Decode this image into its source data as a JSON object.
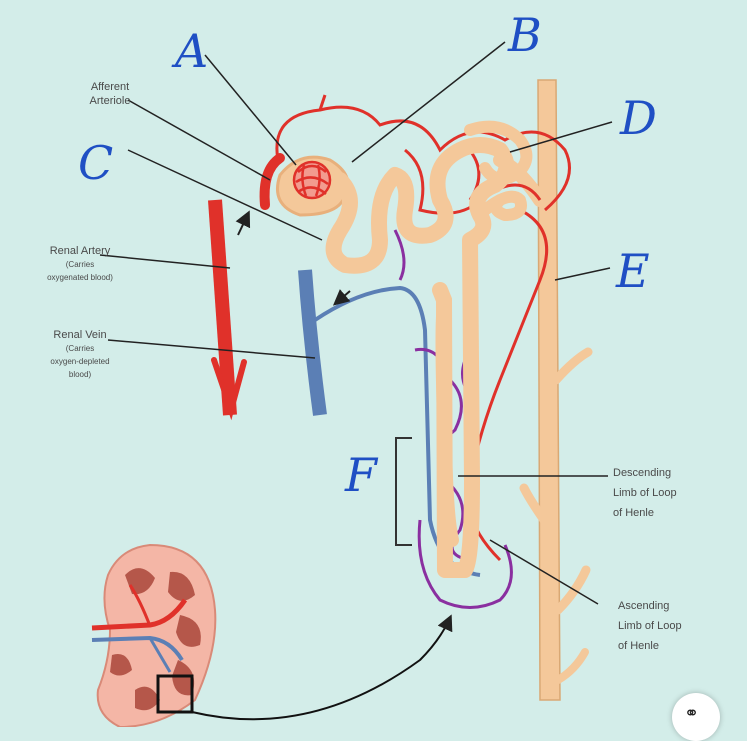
{
  "letters": {
    "a": "A",
    "b": "B",
    "c": "C",
    "d": "D",
    "e": "E",
    "f": "F"
  },
  "labels": {
    "afferent_arteriole": [
      "Afferent",
      "Arteriole"
    ],
    "renal_artery": "Renal Artery",
    "renal_artery_sub": [
      "(Carries",
      "oxygenated blood)"
    ],
    "renal_vein": "Renal Vein",
    "renal_vein_sub": [
      "(Carries",
      "oxygen-depleted",
      "blood)"
    ],
    "descending_limb": [
      "Descending",
      "Limb of Loop",
      "of Henle"
    ],
    "ascending_limb": [
      "Ascending",
      "Limb of Loop",
      "of Henle"
    ]
  },
  "colors": {
    "background": "#d3ede9",
    "artery": "#e0312a",
    "vein": "#5b7fb5",
    "tubule": "#f4c89a",
    "capillary_purple": "#8a2fa0",
    "annotation_ink": "#1f4fc4"
  },
  "icons": {
    "corner_button": "search-lens-icon"
  }
}
